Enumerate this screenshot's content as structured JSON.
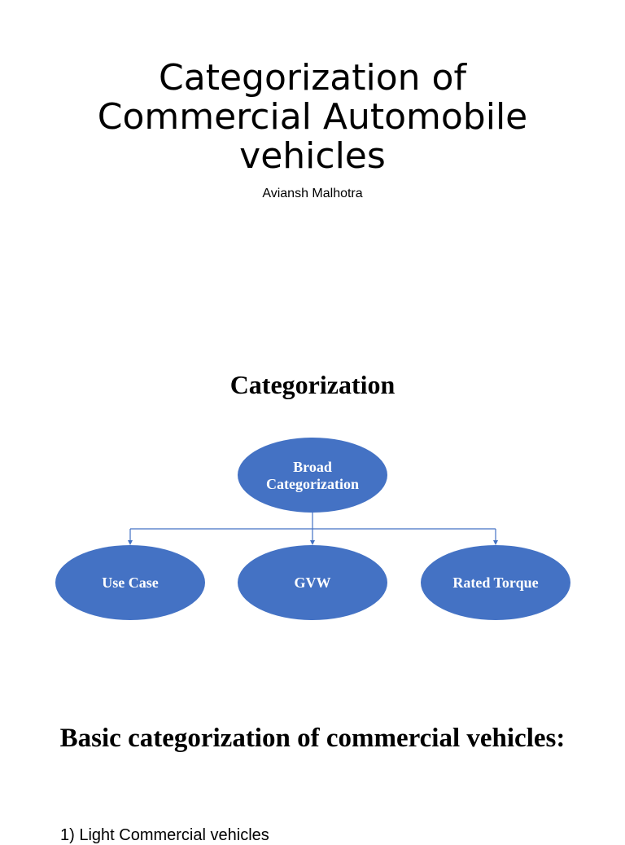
{
  "title": {
    "lines": [
      "Categorization of",
      "Commercial Automobile",
      "vehicles"
    ]
  },
  "author": "Aviansh Malhotra",
  "section1": {
    "heading": "Categorization"
  },
  "diagram": {
    "root": {
      "label_lines": [
        "Broad",
        "Categorization"
      ]
    },
    "children": [
      {
        "label": "Use Case"
      },
      {
        "label": "GVW"
      },
      {
        "label": "Rated Torque"
      }
    ],
    "colors": {
      "node_fill": "#4472C4",
      "connector": "#4472C4",
      "label": "#ffffff"
    }
  },
  "section2": {
    "heading": "Basic categorization of commercial vehicles:"
  },
  "list": {
    "first_item_partial": "1) Light Commercial vehicles"
  }
}
